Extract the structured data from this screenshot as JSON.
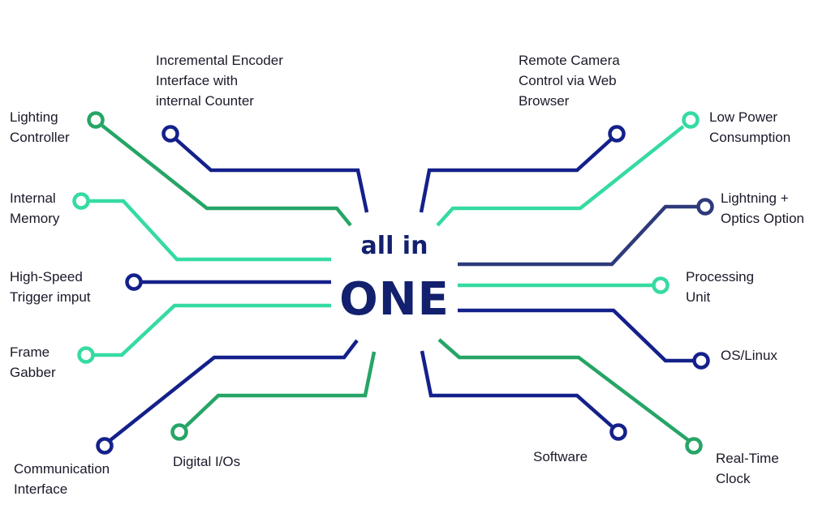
{
  "center": {
    "line1": "all in",
    "line2": "ONE"
  },
  "colors": {
    "navy": "#14208a",
    "green_dark": "#26a566",
    "green_light": "#35dba0",
    "slate": "#2e3a7a"
  },
  "labels": {
    "lighting_controller": [
      "Lighting",
      "Controller"
    ],
    "incremental_encoder": [
      "Incremental Encoder",
      "Interface with",
      "internal Counter"
    ],
    "internal_memory": [
      "Internal",
      "Memory"
    ],
    "high_speed_trigger": [
      "High-Speed",
      "Trigger imput"
    ],
    "frame_gabber": [
      "Frame",
      "Gabber"
    ],
    "communication_interface": [
      "Communication",
      "Interface"
    ],
    "digital_ios": [
      "Digital I/Os"
    ],
    "remote_camera": [
      "Remote Camera",
      "Control via Web",
      "Browser"
    ],
    "low_power": [
      "Low Power",
      "Consumption"
    ],
    "lightning_optics": [
      "Lightning +",
      "Optics Option"
    ],
    "processing_unit": [
      "Processing",
      "Unit"
    ],
    "os_linux": [
      "OS/Linux"
    ],
    "software": [
      "Software"
    ],
    "real_time_clock": [
      "Real-Time",
      "Clock"
    ]
  }
}
